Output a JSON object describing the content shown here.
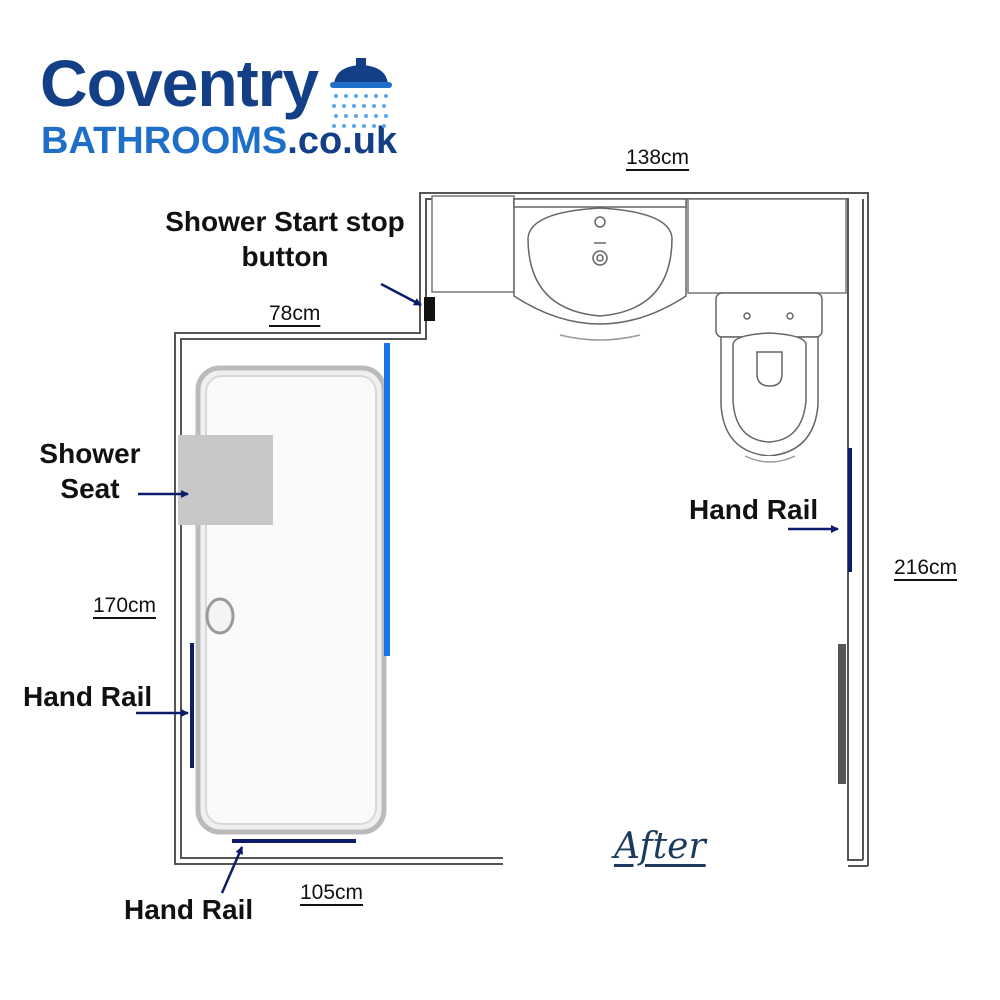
{
  "logo": {
    "line1": "Coventry",
    "line2_main": "BATHROOMS",
    "line2_suffix": ".co.uk",
    "brand_dark": "#123f85",
    "brand_light": "#1f6fc9",
    "icon": "shower-head-icon"
  },
  "labels": {
    "shower_button_line1": "Shower Start stop",
    "shower_button_line2": "button",
    "seat_line1": "Shower",
    "seat_line2": "Seat",
    "rail_left": "Hand Rail",
    "rail_bottom": "Hand Rail",
    "rail_right": "Hand Rail"
  },
  "dimensions": {
    "top_width": "138cm",
    "shower_width": "78cm",
    "shower_length": "170cm",
    "bottom_width": "105cm",
    "room_length": "216cm"
  },
  "caption": "After",
  "colors": {
    "wall": "#555555",
    "rail": "#0d1b6b",
    "shower_rail": "#1a73e8",
    "seat": "#c8c8c8",
    "arrow": "#0d1b6b"
  }
}
